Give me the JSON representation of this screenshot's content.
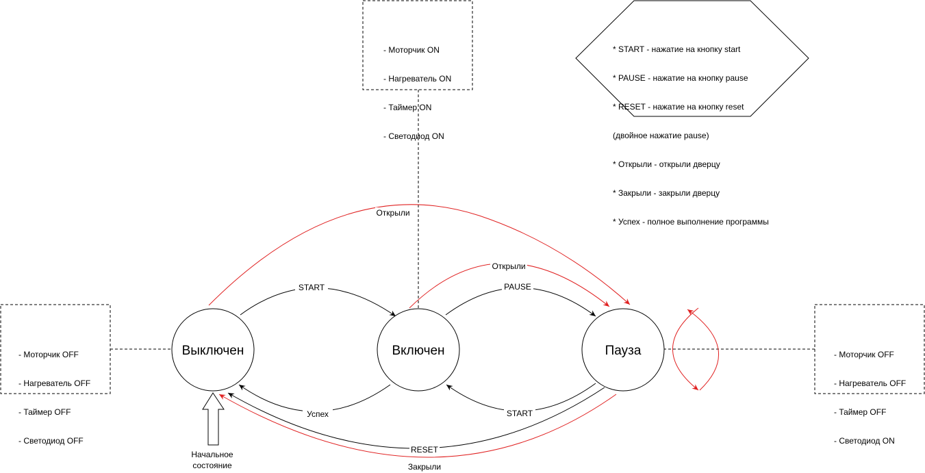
{
  "states": {
    "off": "Выключен",
    "on": "Включен",
    "pause": "Пауза"
  },
  "initial_label": [
    "Начальное",
    "состояние"
  ],
  "notes": {
    "on": [
      "- Моторчик ON",
      "- Нагреватель ON",
      "- Таймер ON",
      "- Светодиод ON"
    ],
    "off": [
      "- Моторчик OFF",
      "- Нагреватель OFF",
      "- Таймер OFF",
      "- Светодиод OFF"
    ],
    "pause": [
      "- Моторчик OFF",
      "- Нагреватель OFF",
      "- Таймер OFF",
      "- Светодиод ON"
    ]
  },
  "legend": [
    "* START - нажатие на кнопку start",
    "* PAUSE - нажатие на кнопку pause",
    "* RESET - нажатие на кнопку reset",
    "(двойное нажатие pause)",
    "* Открыли - открыли дверцу",
    "* Закрыли - закрыли дверцу",
    "* Успех - полное выполнение программы"
  ],
  "edges": {
    "off_on": "START",
    "on_pause": "PAUSE",
    "pause_on": "START",
    "on_off": "Успех",
    "pause_off_reset": "RESET",
    "pause_off_closed": "Закрыли",
    "off_pause_opened": "Открыли",
    "on_pause_opened": "Открыли"
  },
  "colors": {
    "black_edge": "#000000",
    "red_edge": "#e02020",
    "border": "#000000",
    "background": "#ffffff"
  }
}
